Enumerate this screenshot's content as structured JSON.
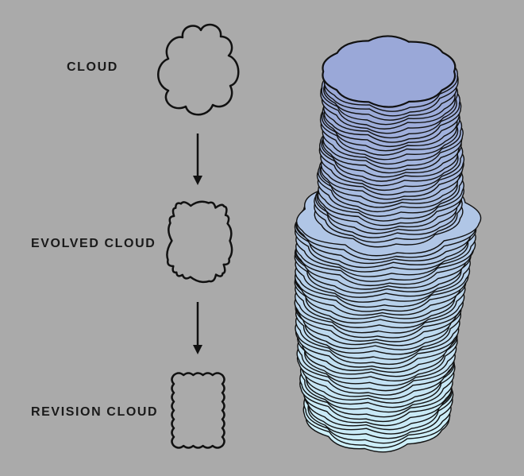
{
  "labels": {
    "cloud": "CLOUD",
    "evolved_cloud": "EVOLVED CLOUD",
    "revision_cloud": "REVISION CLOUD"
  },
  "colors": {
    "background": "#aaaaaa",
    "stroke": "#111111",
    "tower_top": "#9aa8d8",
    "tower_bottom": "#cdeff9"
  },
  "icons": [
    "down-arrow-icon",
    "down-arrow-icon"
  ]
}
